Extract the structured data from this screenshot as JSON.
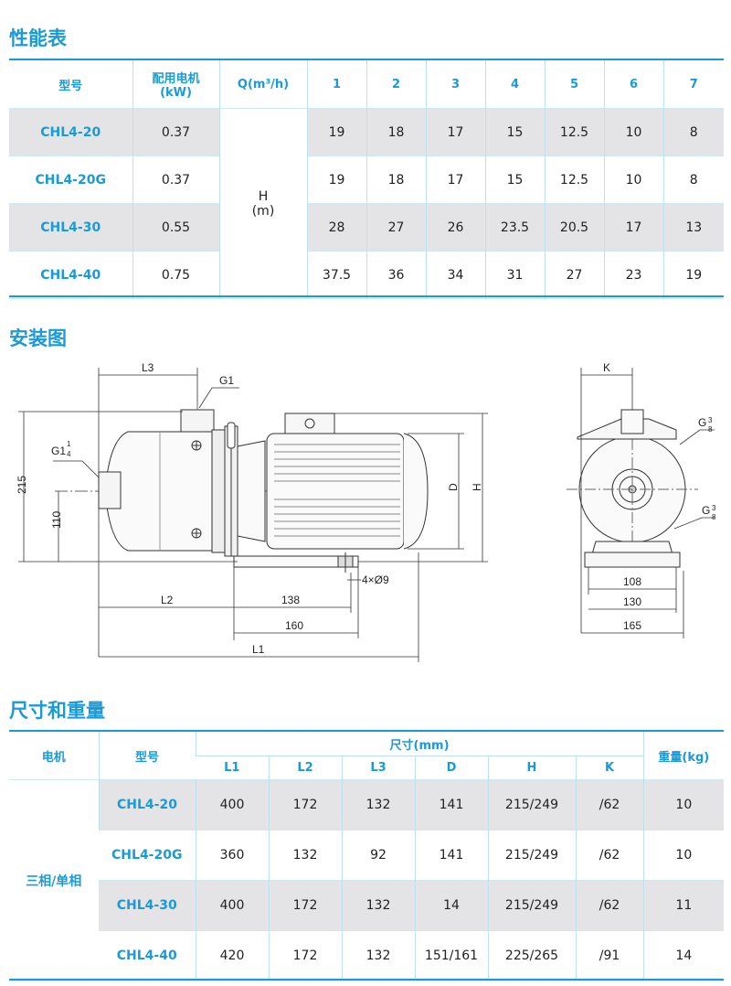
{
  "sections": {
    "performance": "性能表",
    "installation": "安装图",
    "dimensions": "尺寸和重量"
  },
  "performance": {
    "headers": {
      "model": "型号",
      "motor_line1": "配用电机",
      "motor_line2": "(kW)",
      "q": "Q(m³/h)",
      "flows": [
        "1",
        "2",
        "3",
        "4",
        "5",
        "6",
        "7"
      ]
    },
    "h_label_line1": "H",
    "h_label_line2": "(m)",
    "rows": [
      {
        "model": "CHL4-20",
        "kw": "0.37",
        "h": [
          "19",
          "18",
          "17",
          "15",
          "12.5",
          "10",
          "8"
        ]
      },
      {
        "model": "CHL4-20G",
        "kw": "0.37",
        "h": [
          "19",
          "18",
          "17",
          "15",
          "12.5",
          "10",
          "8"
        ]
      },
      {
        "model": "CHL4-30",
        "kw": "0.55",
        "h": [
          "28",
          "27",
          "26",
          "23.5",
          "20.5",
          "17",
          "13"
        ]
      },
      {
        "model": "CHL4-40",
        "kw": "0.75",
        "h": [
          "37.5",
          "36",
          "34",
          "31",
          "27",
          "23",
          "19"
        ]
      }
    ]
  },
  "drawing": {
    "L3": "L3",
    "G1": "G1",
    "G1q": "G1",
    "G1q_num": "1",
    "G1q_den": "4",
    "d215": "215",
    "d110": "110",
    "D": "D",
    "H": "H",
    "L2": "L2",
    "d138": "138",
    "d160": "160",
    "L1": "L1",
    "holes": "4×Ø9",
    "K": "K",
    "G38a": "G",
    "G38b": "G",
    "frac_num": "3",
    "frac_den": "8",
    "d108": "108",
    "d130": "130",
    "d165": "165"
  },
  "dimensions": {
    "headers": {
      "motor": "电机",
      "model": "型号",
      "size": "尺寸(mm)",
      "cols": [
        "L1",
        "L2",
        "L3",
        "D",
        "H",
        "K"
      ],
      "weight": "重量(kg)"
    },
    "motor_type": "三相/单相",
    "rows": [
      {
        "model": "CHL4-20",
        "v": [
          "400",
          "172",
          "132",
          "141",
          "215/249",
          "/62"
        ],
        "w": "10"
      },
      {
        "model": "CHL4-20G",
        "v": [
          "360",
          "132",
          "92",
          "141",
          "215/249",
          "/62"
        ],
        "w": "10"
      },
      {
        "model": "CHL4-30",
        "v": [
          "400",
          "172",
          "132",
          "14",
          "215/249",
          "/62"
        ],
        "w": "11"
      },
      {
        "model": "CHL4-40",
        "v": [
          "420",
          "172",
          "132",
          "151/161",
          "225/265",
          "/91"
        ],
        "w": "14"
      }
    ]
  }
}
